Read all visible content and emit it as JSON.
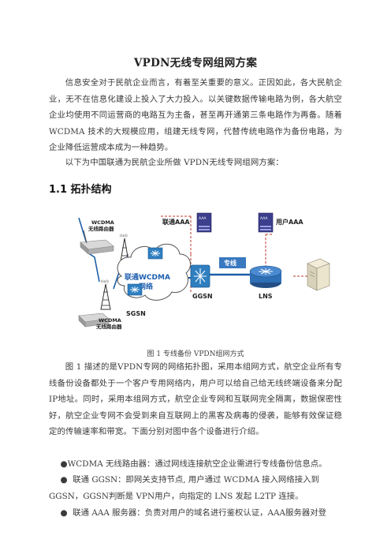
{
  "doc": {
    "title": "VPDN无线专网组网方案",
    "intro_p1": "信息安全对于民航企业而言，有着至关重要的意义。正因如此，各大民航企业，无不在信息化建设上投入了大力投入。以关键数据传输电路为例，各大航空企业均使用不同运营商的电路互为主备，甚至再开通第三条电路作为再备。随着WCDMA 技术的大规模应用，组建无线专网，代替传统电路作为备份电路，为企业降低运营成本成为一种趋势。",
    "intro_p2": "以下为中国联通为民航企业所做 VPDN无线专网组网方案：",
    "section_heading": "1.1 拓扑结构",
    "figure_caption": "图 1 专线备份 VPDN组网方式",
    "body_p1": "图 1 描述的是VPDN专网的网络拓扑图，采用本组网方式，航空企业所有专线备份设备都处于一个客户专用网络内，用户可以给自己给无线终端设备来分配 IP地址。同时，采用本组网方式，航空企业专网和互联网完全隔离，数据保密性好，航空企业专网不会受到来自互联网上的黑客及病毒的侵袭，能够有效保证稳定的传输速率和带宽。下面分别对图中各个设备进行介绍。",
    "bullets": [
      "WCDMA 无线路由器：通过网线连接航空企业需进行专线备份信息点。",
      "联通 GGSN：即网关支持节点, 用户通过 WCDMA 接入网络接入到GGSN，GGSN判断是 VPN用户，向指定的 LNS 发起 L2TP 连接。",
      "联通 AAA 服务器：负责对用户的域名进行鉴权认证，AAA服务器对登"
    ],
    "bullet_symbol": "●"
  },
  "diagram": {
    "router_top_label_1": "WCDMA",
    "router_top_label_2": "无线路由器",
    "router_bottom_label_1": "WCDMA",
    "router_bottom_label_2": "无线路由器",
    "cloud_label_1": "联通WCDMA",
    "cloud_label_2": "网络",
    "sgsn_label": "SGSN",
    "ggsn_label": "GGSN",
    "lns_label": "LNS",
    "aaa_left_label": "联通AAA",
    "aaa_right_label": "用户AAA",
    "aaa_box_text": "AAA",
    "line_label": "专线",
    "antenna_text": "((o))",
    "colors": {
      "cloud_text": "#1f5fb0",
      "switch_blue": "#2f7fc0",
      "router_blue": "#2e6fb5",
      "line_blue": "#1c5fa8",
      "dashed_red": "#c0392b",
      "server_purple": "#3b3f8c",
      "line_label_bg": "#3a78c0"
    }
  }
}
